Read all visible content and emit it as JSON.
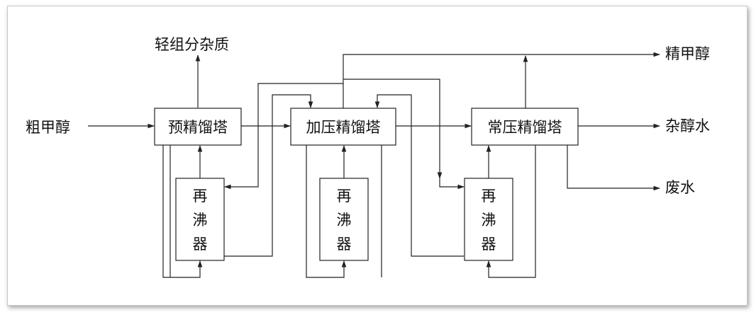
{
  "diagram": {
    "inputs": {
      "crude_methanol": "粗甲醇"
    },
    "outputs": {
      "light_impurities": "轻组分杂质",
      "refined_methanol": "精甲醇",
      "fusel_water": "杂醇水",
      "waste_water": "废水"
    },
    "columns": {
      "pre_column": "预精馏塔",
      "pressure_column": "加压精馏塔",
      "atmospheric_column": "常压精馏塔"
    },
    "reboiler": [
      "再",
      "沸",
      "器"
    ]
  }
}
